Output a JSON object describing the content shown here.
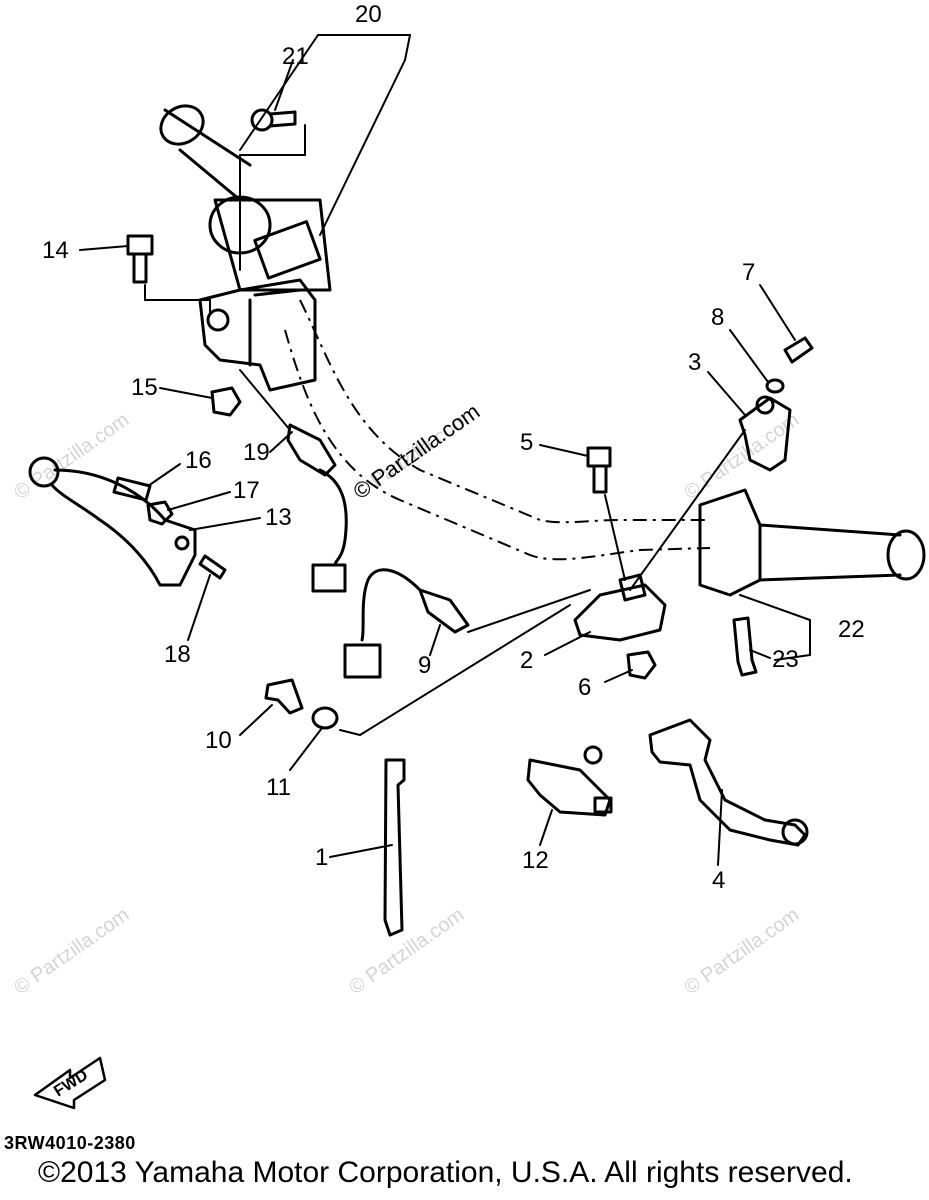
{
  "watermark_text": "© Partzilla.com",
  "callouts": {
    "c1": "1",
    "c2": "2",
    "c3": "3",
    "c4": "4",
    "c5": "5",
    "c6": "6",
    "c7": "7",
    "c8": "8",
    "c9": "9",
    "c10": "10",
    "c11": "11",
    "c12": "12",
    "c13": "13",
    "c14": "14",
    "c15": "15",
    "c16": "16",
    "c17": "17",
    "c18": "18",
    "c19": "19",
    "c20": "20",
    "c21": "21",
    "c22": "22",
    "c23": "23"
  },
  "fwd_label": "FWD",
  "diagram_code": "3RW4010-2380",
  "copyright": "©2013 Yamaha Motor Corporation, U.S.A. All rights reserved."
}
